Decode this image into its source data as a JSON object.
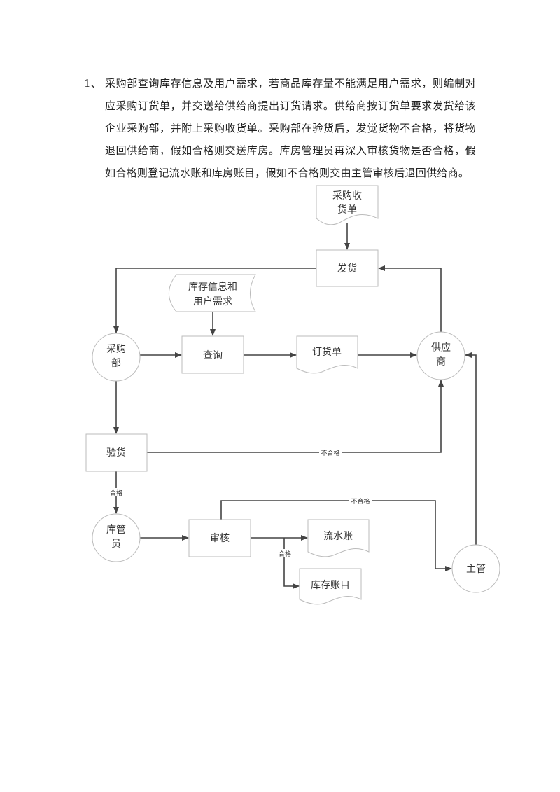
{
  "paragraph": {
    "number": "1、",
    "text": "采购部查询库存信息及用户需求，若商品库存量不能满足用户需求，则编制对应采购订货单，并交送给供给商提出订货请求。供给商按订货单要求发货给该企业采购部，并附上采购收货单。采购部在验货后，发觉货物不合格，将货物退回供给商，假如合格则交送库房。库房管理员再深入审核货物是否合格，假如合格则登记流水账和库房账目，假如不合格则交由主管审核后退回供给商。"
  },
  "diagram": {
    "receipt_doc": [
      "采购收",
      "货单"
    ],
    "ship": "发货",
    "inventory_data": [
      "库存信息和",
      "用户需求"
    ],
    "purchasing": [
      "采购",
      "部"
    ],
    "query": "查询",
    "order_doc": "订货单",
    "supplier": [
      "供应",
      "商"
    ],
    "inspect": "验货",
    "fail_label_1": "不合格",
    "pass_label_1": "合格",
    "warehouse_keeper": [
      "库管",
      "员"
    ],
    "audit": "审核",
    "fail_label_2": "不合格",
    "journal_doc": "流水账",
    "pass_label_2": "合格",
    "stock_ledger_doc": "库存账目",
    "supervisor": "主管"
  }
}
